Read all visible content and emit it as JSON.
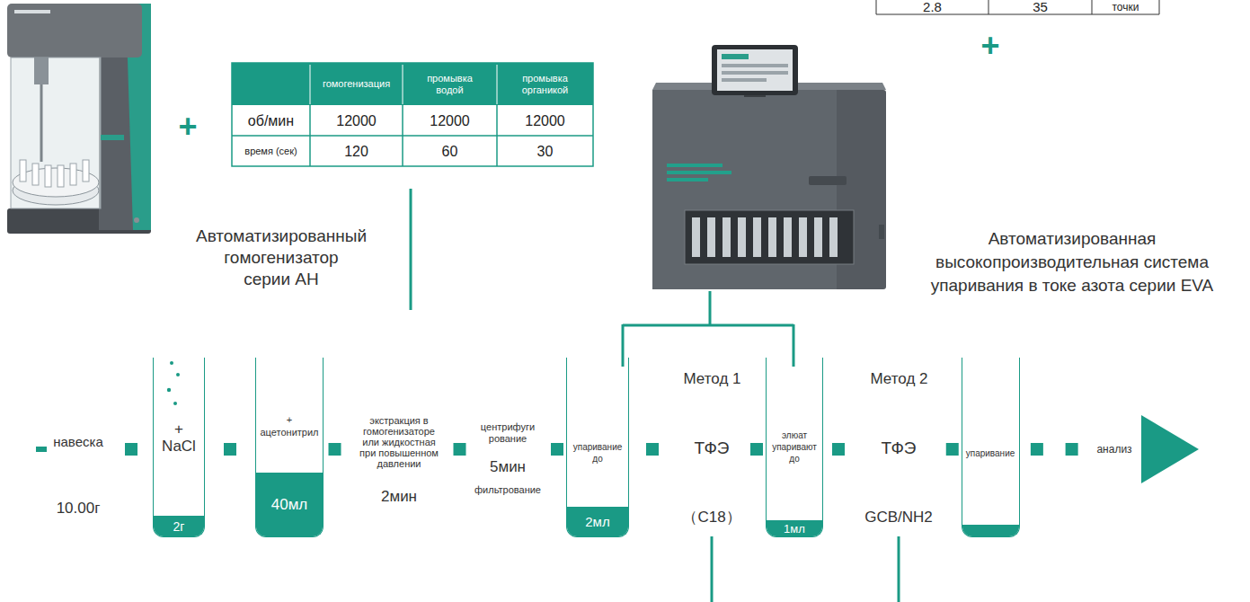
{
  "diagram": {
    "nodes": [
      {
        "text": [
          "навеска",
          "10.00г"
        ]
      },
      {
        "text": [
          "+ NaCl",
          "2г"
        ]
      },
      {
        "text": [
          "+ ацетонитрил",
          "40мл"
        ]
      },
      {
        "text": [
          "экстракция в гомогенизаторе или жидкостная при повышенном давлении",
          "2мин"
        ]
      },
      {
        "text": [
          "центрифугирование",
          "5мин",
          "фильтрование"
        ]
      },
      {
        "text": [
          "упаривание до",
          "2мл"
        ]
      },
      {
        "text": [
          "ТФЭ",
          "（C18）"
        ]
      },
      {
        "text": [
          "элюат упаривают до",
          "1мл"
        ]
      },
      {
        "text": [
          "ТФЭ",
          "GCB/NH2"
        ]
      },
      {
        "text": [
          "упаривание"
        ]
      },
      {
        "text": [
          "анализ"
        ]
      }
    ],
    "edges": [
      {
        "from": 0,
        "to": 1,
        "arrow": "none"
      },
      {
        "from": 1,
        "to": 2,
        "arrow": "none"
      },
      {
        "from": 2,
        "to": 3,
        "arrow": "none"
      },
      {
        "from": 3,
        "to": 4,
        "arrow": "none"
      },
      {
        "from": 4,
        "to": 5,
        "arrow": "none"
      },
      {
        "from": 5,
        "to": 6,
        "arrow": "none"
      },
      {
        "from": 6,
        "to": 7,
        "arrow": "none"
      },
      {
        "from": 7,
        "to": 8,
        "arrow": "none"
      },
      {
        "from": 8,
        "to": 9,
        "arrow": "none"
      },
      {
        "from": 9,
        "to": 10,
        "arrow": "none"
      }
    ],
    "labels": [
      "+",
      "гомогенизация",
      "промывка водой",
      "промывка органикой",
      "об/мин",
      "12000",
      "12000",
      "12000",
      "время (сек)",
      "120",
      "60",
      "30",
      "Автоматизированный гомогенизатор серии АН",
      "2.8",
      "35",
      "точки",
      "+",
      "Автоматизированная высокопроизводительная система упаривания в токе азота серии EVA",
      "Метод 1",
      "Метод 2"
    ]
  }
}
